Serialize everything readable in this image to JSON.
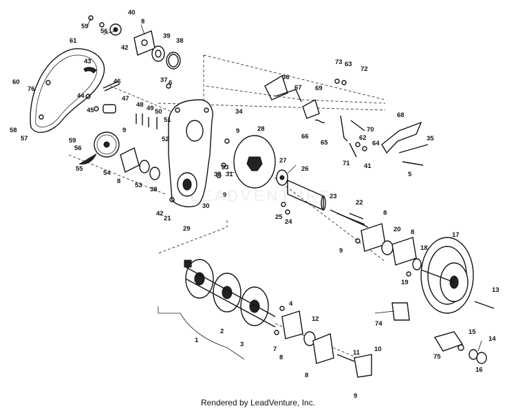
{
  "diagram": {
    "watermark": "LEADVENTURE",
    "footer": "Rendered by LeadVenture, Inc.",
    "callouts": [
      {
        "id": "c59a",
        "label": "59"
      },
      {
        "id": "c56a",
        "label": "56"
      },
      {
        "id": "c40",
        "label": "40"
      },
      {
        "id": "c8a",
        "label": "8"
      },
      {
        "id": "c39",
        "label": "39"
      },
      {
        "id": "c38a",
        "label": "38"
      },
      {
        "id": "c42a",
        "label": "42"
      },
      {
        "id": "c61",
        "label": "61"
      },
      {
        "id": "c43",
        "label": "43"
      },
      {
        "id": "c60",
        "label": "60"
      },
      {
        "id": "c76",
        "label": "76"
      },
      {
        "id": "c46",
        "label": "46"
      },
      {
        "id": "c44",
        "label": "44"
      },
      {
        "id": "c47",
        "label": "47"
      },
      {
        "id": "c45",
        "label": "45"
      },
      {
        "id": "c37",
        "label": "37"
      },
      {
        "id": "c6",
        "label": "6"
      },
      {
        "id": "c48",
        "label": "48"
      },
      {
        "id": "c49",
        "label": "49"
      },
      {
        "id": "c50",
        "label": "50"
      },
      {
        "id": "c51",
        "label": "51"
      },
      {
        "id": "c58",
        "label": "58"
      },
      {
        "id": "c57",
        "label": "57"
      },
      {
        "id": "c59b",
        "label": "59"
      },
      {
        "id": "c56b",
        "label": "56"
      },
      {
        "id": "c9a",
        "label": "9"
      },
      {
        "id": "c52",
        "label": "52"
      },
      {
        "id": "c55",
        "label": "55"
      },
      {
        "id": "c54",
        "label": "54"
      },
      {
        "id": "c8b",
        "label": "8"
      },
      {
        "id": "c53",
        "label": "53"
      },
      {
        "id": "c38b",
        "label": "38"
      },
      {
        "id": "c34",
        "label": "34"
      },
      {
        "id": "c9b",
        "label": "9"
      },
      {
        "id": "c28",
        "label": "28"
      },
      {
        "id": "c33",
        "label": "33"
      },
      {
        "id": "c31",
        "label": "31"
      },
      {
        "id": "c32",
        "label": "32"
      },
      {
        "id": "c9c",
        "label": "9"
      },
      {
        "id": "c30",
        "label": "30"
      },
      {
        "id": "c42b",
        "label": "42"
      },
      {
        "id": "c21",
        "label": "21"
      },
      {
        "id": "c29",
        "label": "29"
      },
      {
        "id": "c27",
        "label": "27"
      },
      {
        "id": "c26",
        "label": "26"
      },
      {
        "id": "c36",
        "label": "36"
      },
      {
        "id": "c67",
        "label": "67"
      },
      {
        "id": "c69",
        "label": "69"
      },
      {
        "id": "c73",
        "label": "73"
      },
      {
        "id": "c63",
        "label": "63"
      },
      {
        "id": "c72",
        "label": "72"
      },
      {
        "id": "c66",
        "label": "66"
      },
      {
        "id": "c65",
        "label": "65"
      },
      {
        "id": "c70",
        "label": "70"
      },
      {
        "id": "c62",
        "label": "62"
      },
      {
        "id": "c64",
        "label": "64"
      },
      {
        "id": "c71",
        "label": "71"
      },
      {
        "id": "c41",
        "label": "41"
      },
      {
        "id": "c68",
        "label": "68"
      },
      {
        "id": "c35",
        "label": "35"
      },
      {
        "id": "c5",
        "label": "5"
      },
      {
        "id": "c23",
        "label": "23"
      },
      {
        "id": "c22",
        "label": "22"
      },
      {
        "id": "c25",
        "label": "25"
      },
      {
        "id": "c24",
        "label": "24"
      },
      {
        "id": "c8c",
        "label": "8"
      },
      {
        "id": "c20",
        "label": "20"
      },
      {
        "id": "c8d",
        "label": "8"
      },
      {
        "id": "c9d",
        "label": "9"
      },
      {
        "id": "c18",
        "label": "18"
      },
      {
        "id": "c19",
        "label": "19"
      },
      {
        "id": "c17",
        "label": "17"
      },
      {
        "id": "c13",
        "label": "13"
      },
      {
        "id": "c74",
        "label": "74"
      },
      {
        "id": "c4",
        "label": "4"
      },
      {
        "id": "c12",
        "label": "12"
      },
      {
        "id": "c1",
        "label": "1"
      },
      {
        "id": "c2",
        "label": "2"
      },
      {
        "id": "c3",
        "label": "3"
      },
      {
        "id": "c7",
        "label": "7"
      },
      {
        "id": "c8e",
        "label": "8"
      },
      {
        "id": "c8f",
        "label": "8"
      },
      {
        "id": "c11",
        "label": "11"
      },
      {
        "id": "c10",
        "label": "10"
      },
      {
        "id": "c9e",
        "label": "9"
      },
      {
        "id": "c15",
        "label": "15"
      },
      {
        "id": "c14",
        "label": "14"
      },
      {
        "id": "c75",
        "label": "75"
      },
      {
        "id": "c16",
        "label": "16"
      }
    ]
  }
}
